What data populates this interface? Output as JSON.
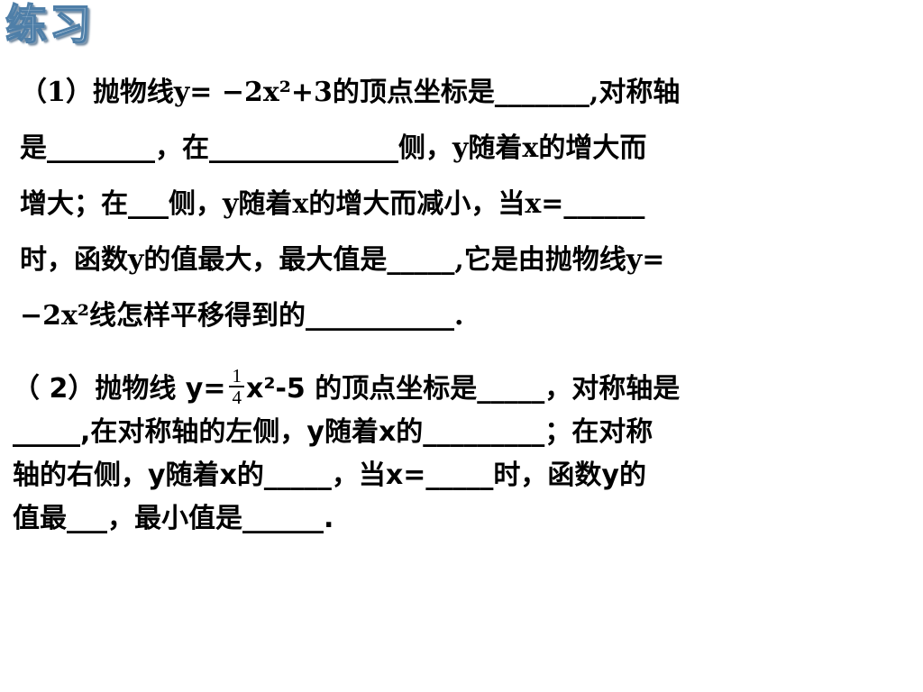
{
  "title": "练习",
  "problem_1": {
    "lines": [
      "（1）抛物线y= −2x²+3的顶点坐标是_______,对称轴",
      "是________，在______________侧，y随着x的增大而",
      "增大；在___侧，y随着x的增大而减小，当x=______",
      "时，函数y的值最大，最大值是_____,它是由抛物线y=",
      "−2x²线怎样平移得到的___________."
    ]
  },
  "problem_2": {
    "line1_prefix": "（ 2）抛物线 y=",
    "fraction_numerator": "1",
    "fraction_denominator": "4",
    "line1_suffix": "x²-5 的顶点坐标是_____，对称轴是",
    "lines": [
      "_____,在对称轴的左侧，y随着x的_________；在对称",
      "轴的右侧，y随着x的_____，当x=_____时，函数y的",
      "值最___，最小值是______."
    ]
  }
}
